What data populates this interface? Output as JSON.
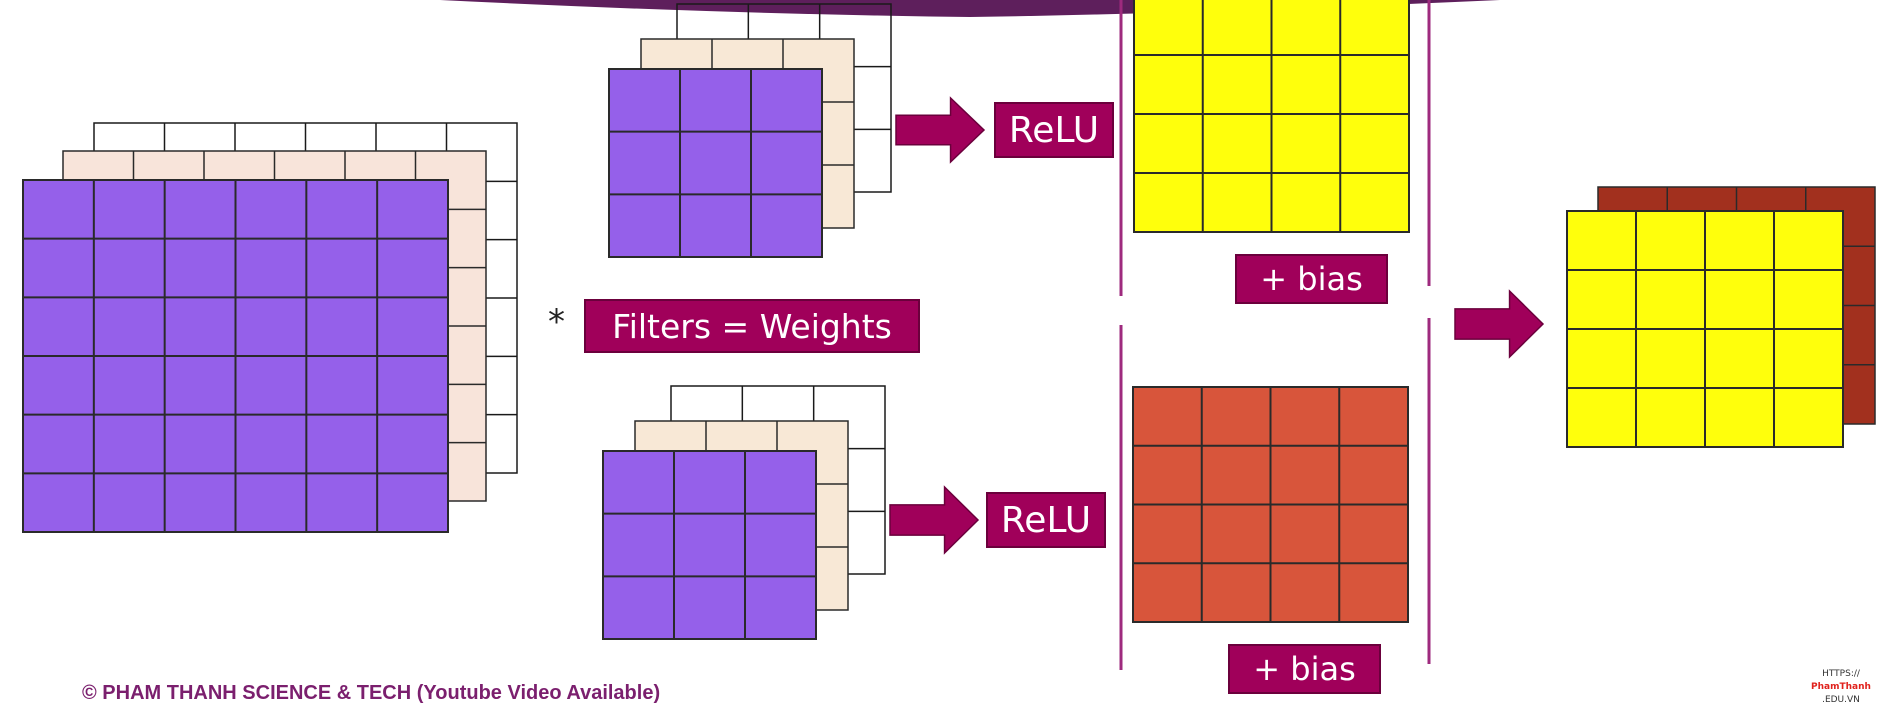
{
  "labels": {
    "relu_top": "ReLU",
    "relu_bottom": "ReLU",
    "filters": "Filters = Weights",
    "operator": "*",
    "bias_top": "+ bias",
    "bias_bottom": "+ bias"
  },
  "footer": {
    "copyright": "© PHAM THANH SCIENCE & TECH (Youtube Video Available)"
  },
  "watermark": {
    "line1": "HTTPS://",
    "line2": "PhamThanh",
    "line3": ".EDU.VN"
  },
  "colors": {
    "purple": "#9560ea",
    "peach": "#f8e4da",
    "filter_peach": "#f8e8d6",
    "yellow": "#ffff0c",
    "red_map": "#d8553b",
    "dark_red": "#a2301e",
    "magenta": "#a0005a",
    "divider": "#9e2a7e",
    "banner": "#5e1f5c",
    "footer_text": "#7b1f6e",
    "watermark_red": "#e0211c"
  },
  "grids": {
    "input_channels": 3,
    "input_size": 6,
    "filter_size": 3,
    "feature_map_size": 4
  }
}
